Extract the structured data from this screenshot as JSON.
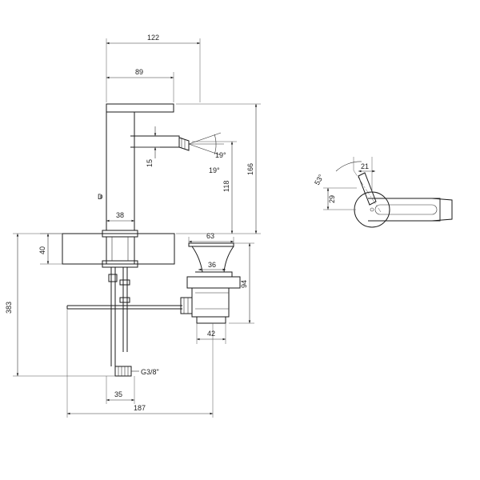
{
  "dimensions": {
    "overall_width": "122",
    "spout_reach": "89",
    "total_height": "166",
    "spout_height": "118",
    "spray_angle_up": "19°",
    "spray_angle_down": "19°",
    "nozzle_offset": "15",
    "body_width": "38",
    "deck_thickness": "40",
    "waste_flange": "63",
    "waste_inner": "36",
    "waste_height": "94",
    "waste_outlet": "42",
    "total_depth": "383",
    "hose_spacing": "35",
    "rod_length": "187",
    "lever_angle": "53°",
    "lever_offset": "21",
    "lever_height": "29",
    "connection": "G3/8\""
  },
  "labels": {
    "mark_d": "D"
  },
  "colors": {
    "line": "#1a1a1a",
    "dimension": "#333333",
    "background": "#ffffff"
  }
}
